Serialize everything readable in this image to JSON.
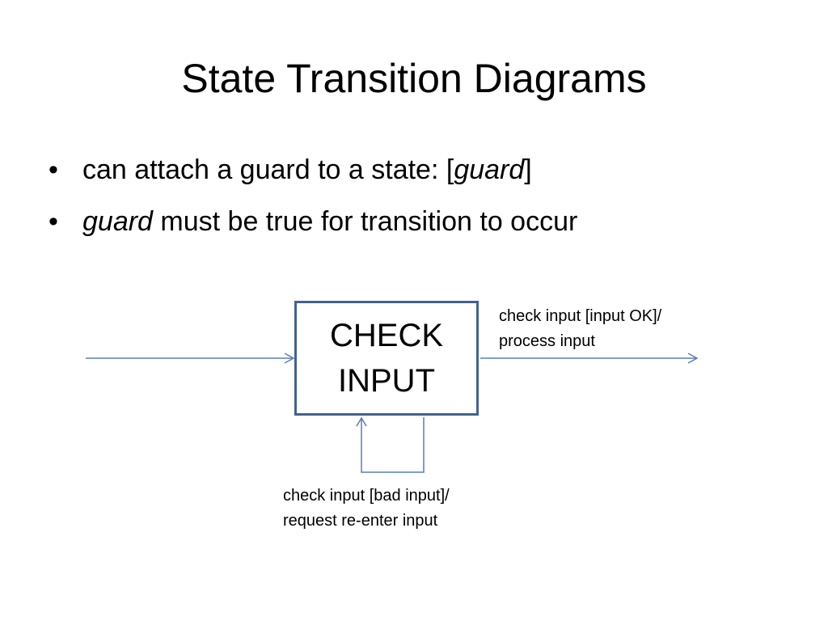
{
  "slide": {
    "title": "State Transition Diagrams",
    "bullets": [
      {
        "marker": "•",
        "parts": [
          {
            "text": "can attach a guard to a state: [",
            "italic": false
          },
          {
            "text": "guard",
            "italic": true
          },
          {
            "text": "]",
            "italic": false
          }
        ]
      },
      {
        "marker": "•",
        "parts": [
          {
            "text": "guard",
            "italic": true
          },
          {
            "text": " must be true for transition to occur",
            "italic": false
          }
        ]
      }
    ]
  },
  "diagram": {
    "state": {
      "line1": "CHECK",
      "line2": "INPUT"
    },
    "transitions": {
      "ok": {
        "line1": "check input [input OK]/",
        "line2": "process input"
      },
      "bad": {
        "line1": "check input [bad input]/",
        "line2": "request re-enter input"
      }
    },
    "colors": {
      "state_border": "#41638d",
      "arrow": "#5a7fb5"
    }
  }
}
